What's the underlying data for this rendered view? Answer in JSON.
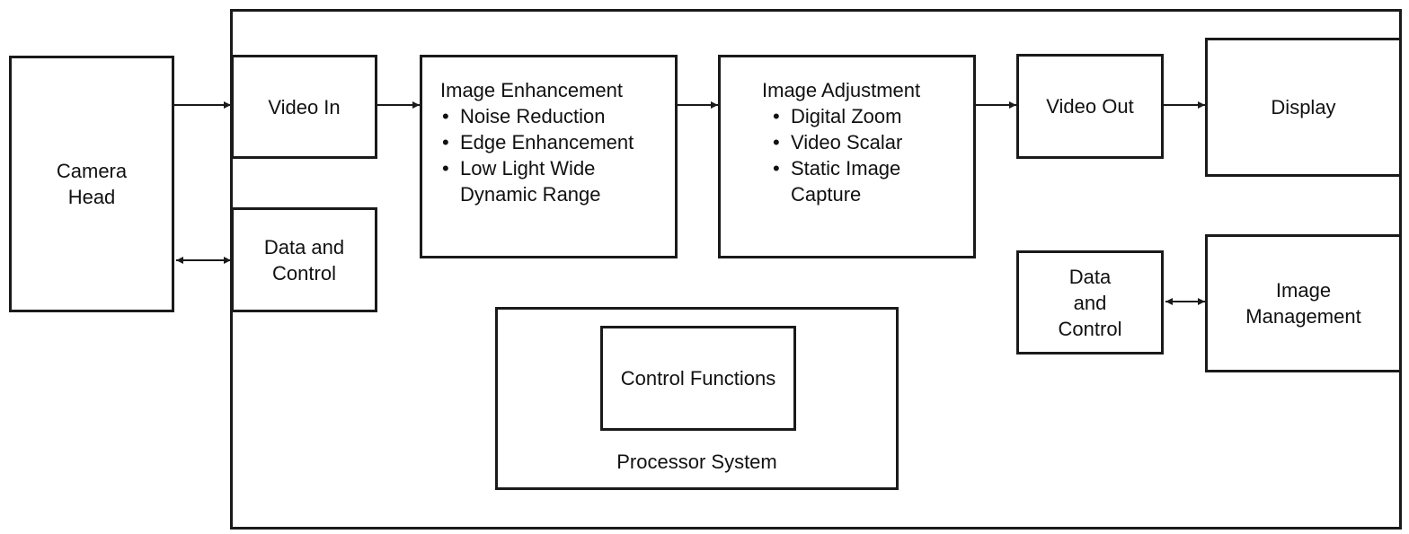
{
  "camera_head": {
    "label": "Camera\nHead"
  },
  "video_in": {
    "label": "Video In"
  },
  "data_control_left": {
    "label": "Data and\nControl"
  },
  "image_enhancement": {
    "title": "Image Enhancement",
    "items": [
      "Noise Reduction",
      "Edge Enhancement",
      "Low Light Wide\nDynamic Range"
    ]
  },
  "image_adjustment": {
    "title": "Image Adjustment",
    "items": [
      "Digital Zoom",
      "Video Scalar",
      "Static Image\nCapture"
    ]
  },
  "video_out": {
    "label": "Video Out"
  },
  "display": {
    "label": "Display"
  },
  "data_control_right": {
    "label": "Data\nand\nControl"
  },
  "image_management": {
    "label": "Image\nManagement"
  },
  "processor_system": {
    "label": "Processor System",
    "control_functions": "Control Functions"
  }
}
